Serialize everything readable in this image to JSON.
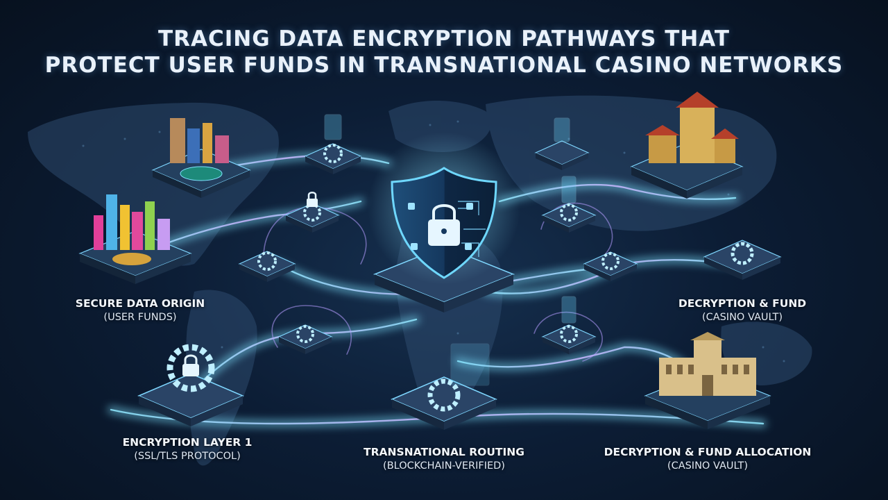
{
  "title": {
    "line1": "TRACING DATA ENCRYPTION PATHWAYS THAT",
    "line2": "PROTECT USER FUNDS IN TRANSNATIONAL CASINO NETWORKS"
  },
  "labels": {
    "origin": {
      "main": "SECURE DATA ORIGIN",
      "sub": "(USER FUNDS)"
    },
    "layer1": {
      "main": "ENCRYPTION LAYER 1",
      "sub": "(SSL/TLS PROTOCOL)"
    },
    "routing": {
      "main": "TRANSNATIONAL ROUTING",
      "sub": "(BLOCKCHAIN-VERIFIED)"
    },
    "decrypt_upper": {
      "main": "DECRYPTION & FUND",
      "sub": "(CASINO VAULT)"
    },
    "decrypt_lower": {
      "main": "DECRYPTION & FUND ALLOCATION",
      "sub": "(CASINO VAULT)"
    }
  },
  "colors": {
    "stream_cyan": "#7fe3ff",
    "stream_violet": "#b59cff",
    "platform_top": "#3d5a80",
    "shield_cyan": "#6fd8ff"
  }
}
